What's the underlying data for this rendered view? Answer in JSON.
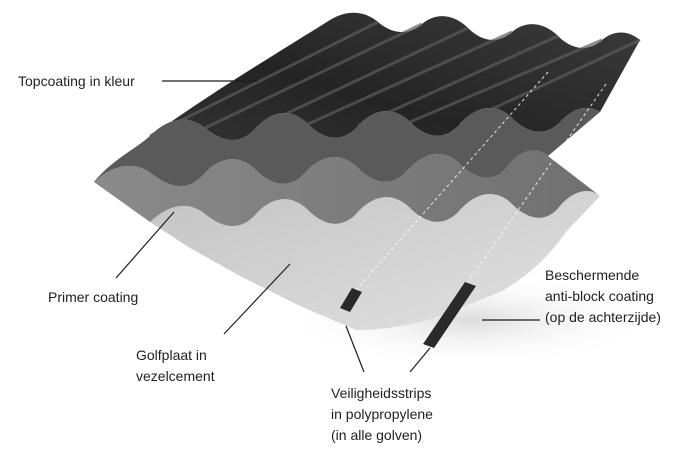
{
  "labels": {
    "topcoating": {
      "lines": [
        "Topcoating in kleur"
      ]
    },
    "primer": {
      "lines": [
        "Primer coating"
      ]
    },
    "golfplaat": {
      "lines": [
        "Golfplaat in",
        "vezelcement"
      ]
    },
    "veiligheidsstrips": {
      "lines": [
        "Veiligheidsstrips",
        "in polypropylene",
        "(in alle golven)"
      ]
    },
    "beschermende": {
      "lines": [
        "Beschermende",
        "anti-block coating",
        "(op de achterzijde)"
      ]
    }
  },
  "colors": {
    "top_dark": "#1b1b1b",
    "top_mid": "#4a4a4a",
    "primer": "#7d7d7d",
    "base": "#b9b9b9",
    "base_light": "#d6d6d6",
    "strip": "#2a2a2a",
    "leader": "#1f1f1f"
  }
}
